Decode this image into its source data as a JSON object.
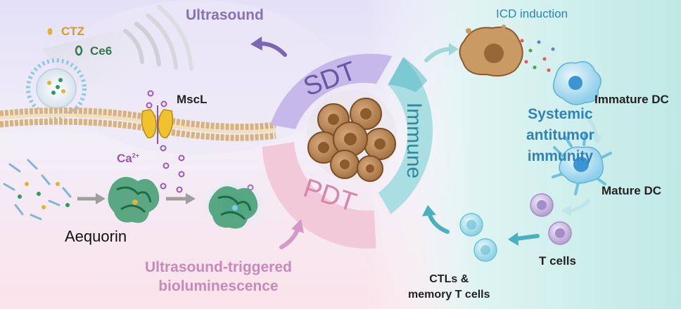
{
  "labels": {
    "ultrasound": "Ultrasound",
    "ctz": "CTZ",
    "ce6": "Ce6",
    "mscl": "MscL",
    "ca_ion": "Ca",
    "ca_charge": "2+",
    "aequorin": "Aequorin",
    "ut_bio_line1": "Ultrasound-triggered",
    "ut_bio_line2": "bioluminescence",
    "sdt": "SDT",
    "pdt": "PDT",
    "immune": "Immune",
    "icd_induction": "ICD induction",
    "immature_dc": "Immature DC",
    "systemic_line1": "Systemic",
    "systemic_line2": "antitumor",
    "systemic_line3": "immunity",
    "mature_dc": "Mature DC",
    "t_cells": "T cells",
    "ctls_line1": "CTLs &",
    "ctls_line2": "memory T cells"
  },
  "colors": {
    "sdt_segment": "#c7b8ea",
    "pdt_segment": "#f1c9d9",
    "immune_segment": "#a9dfe3",
    "ultrasound_text": "#8770b8",
    "systemic_text": "#2f83bd"
  },
  "icons": [
    "ultrasound-wave-icon",
    "nanoparticle-icon",
    "membrane-icon",
    "mscl-channel-icon",
    "aequorin-protein-icon",
    "tumor-icon",
    "dendritic-cell-icon",
    "t-cell-icon"
  ]
}
